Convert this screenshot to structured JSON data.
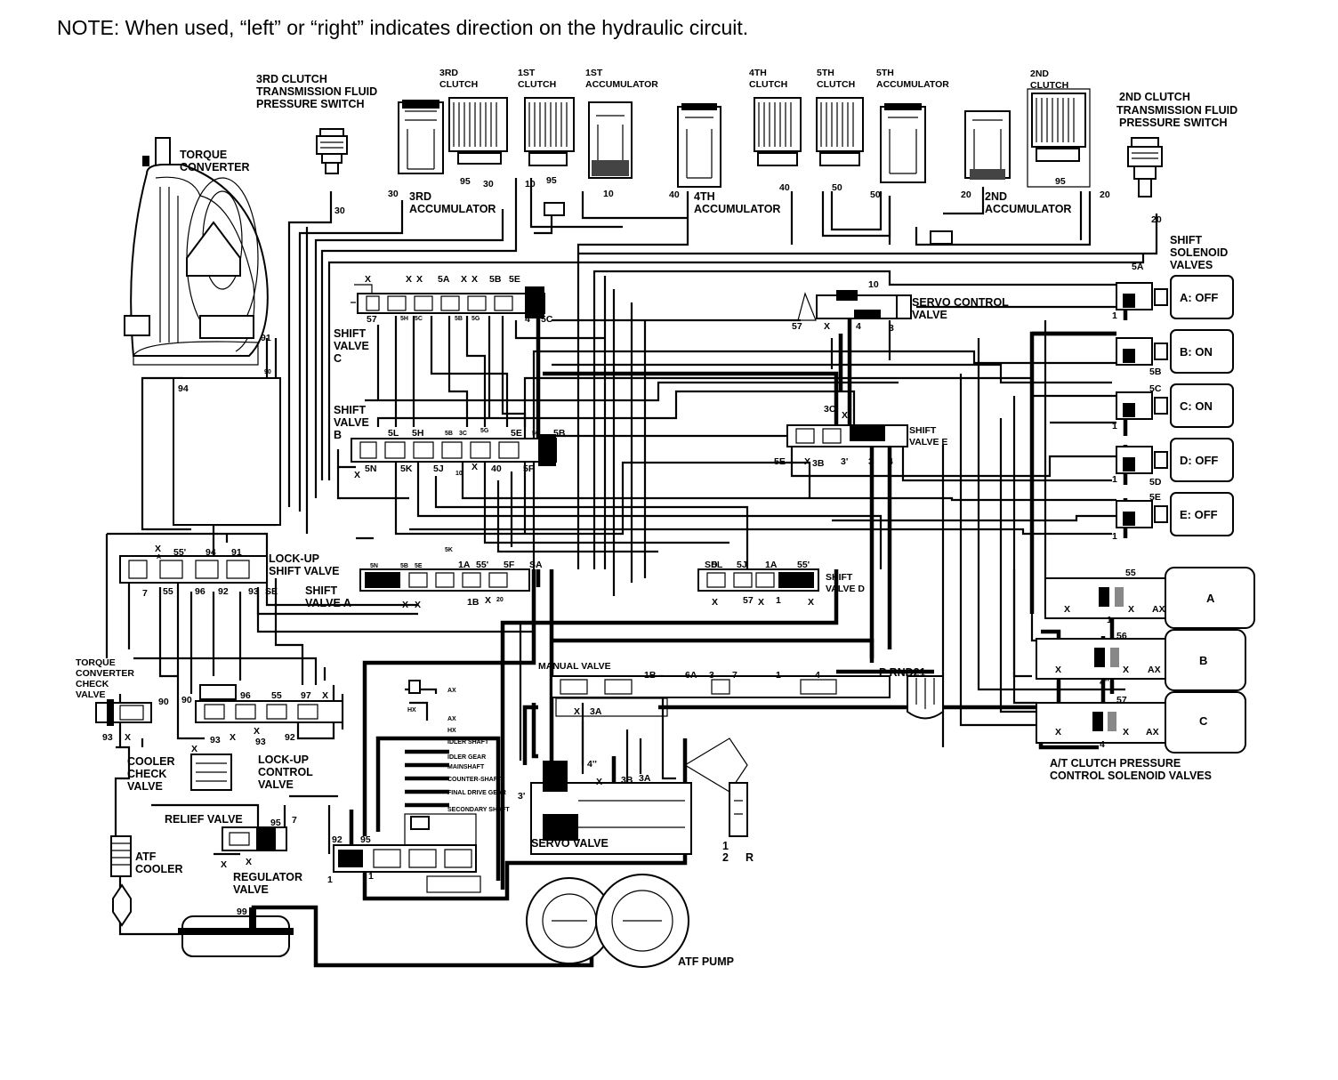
{
  "note": "NOTE: When used, “left” or “right” indicates direction on the hydraulic circuit.",
  "components": {
    "torque_converter": [
      "TORQUE",
      "CONVERTER"
    ],
    "third_clutch_switch": [
      "3RD CLUTCH",
      "TRANSMISSION FLUID",
      "PRESSURE SWITCH"
    ],
    "third_clutch": [
      "3RD",
      "CLUTCH"
    ],
    "first_clutch": [
      "1ST",
      "CLUTCH"
    ],
    "first_accumulator": [
      "1ST",
      "ACCUMULATOR"
    ],
    "fourth_clutch": [
      "4TH",
      "CLUTCH"
    ],
    "fifth_clutch": [
      "5TH",
      "CLUTCH"
    ],
    "fifth_accumulator": [
      "5TH",
      "ACCUMULATOR"
    ],
    "second_clutch": [
      "2ND",
      "CLUTCH"
    ],
    "second_clutch_switch": [
      "2ND CLUTCH",
      "TRANSMISSION FLUID",
      "PRESSURE SWITCH"
    ],
    "third_accumulator": [
      "3RD",
      "ACCUMULATOR"
    ],
    "fourth_accumulator": [
      "4TH",
      "ACCUMULATOR"
    ],
    "second_accumulator": [
      "2ND",
      "ACCUMULATOR"
    ],
    "shift_solenoid_valves": [
      "SHIFT",
      "SOLENOID",
      "VALVES"
    ],
    "servo_control_valve": [
      "SERVO CONTROL",
      "VALVE"
    ],
    "shift_valve_c": [
      "SHIFT",
      "VALVE",
      "C"
    ],
    "shift_valve_b": [
      "SHIFT",
      "VALVE",
      "B"
    ],
    "shift_valve_e": [
      "SHIFT",
      "VALVE E"
    ],
    "lock_up_shift_valve": [
      "LOCK-UP",
      "SHIFT VALVE"
    ],
    "shift_valve_a": [
      "SHIFT",
      "VALVE A"
    ],
    "shift_valve_d": [
      "SHIFT",
      "VALVE D"
    ],
    "manual_valve": "MANUAL VALVE",
    "manual_valve_positions": "P RND21",
    "tc_check_valve": [
      "TORQUE",
      "CONVERTER",
      "CHECK",
      "VALVE"
    ],
    "cooler_check_valve": [
      "COOLER",
      "CHECK",
      "VALVE"
    ],
    "lock_up_control_valve": [
      "LOCK-UP",
      "CONTROL",
      "VALVE"
    ],
    "relief_valve": "RELIEF VALVE",
    "regulator_valve": [
      "REGULATOR",
      "VALVE"
    ],
    "atf_cooler": [
      "ATF",
      "COOLER"
    ],
    "servo_valve": "SERVO VALVE",
    "atf_pump": "ATF PUMP",
    "pressure_control_solenoids": [
      "A/T CLUTCH PRESSURE",
      "CONTROL SOLENOID VALVES"
    ],
    "servo_positions": [
      "1",
      "2",
      "R"
    ]
  },
  "solenoids": [
    {
      "label": "A: OFF",
      "port": "5A"
    },
    {
      "label": "B: ON",
      "port": "5B"
    },
    {
      "label": "C: ON",
      "port": "5C"
    },
    {
      "label": "D: OFF",
      "port": "5D"
    },
    {
      "label": "E: OFF",
      "port": "5E"
    }
  ],
  "pressure_solenoids": [
    {
      "label": "A",
      "port": "55"
    },
    {
      "label": "B",
      "port": "56"
    },
    {
      "label": "C",
      "port": "57"
    }
  ],
  "shaft_labels": [
    "AX",
    "HX",
    "AX",
    "HX",
    "IDLER SHAFT",
    "IDLER GEAR",
    "MAINSHAFT",
    "COUNTER-SHAFT",
    "FINAL DRIVE GEAR",
    "SECONDARY SHAFT"
  ],
  "port_labels": {
    "top": [
      "30",
      "30",
      "95",
      "30",
      "10",
      "95",
      "10",
      "40",
      "40",
      "50",
      "50",
      "20",
      "95",
      "20",
      "20"
    ],
    "svc": [
      "X",
      "X",
      "X",
      "5A",
      "X",
      "X",
      "5B",
      "5E",
      "57",
      "5H",
      "5C",
      "5B",
      "5G",
      "4",
      "5C"
    ],
    "svb": [
      "5L",
      "5H",
      "5B",
      "3C",
      "5G",
      "5E",
      "5C",
      "5B",
      "5N",
      "5K",
      "5J",
      "10",
      "X",
      "40",
      "5F",
      "X"
    ],
    "servo_ctl": [
      "10",
      "57",
      "X",
      "4",
      "3"
    ],
    "sve": [
      "3C",
      "X",
      "5E",
      "X",
      "3B",
      "3'",
      "3",
      "4"
    ],
    "tc": [
      "91",
      "90",
      "94"
    ],
    "lu": [
      "X",
      "A",
      "55'",
      "94",
      "91",
      "7",
      "55",
      "96",
      "92",
      "93",
      "SE"
    ],
    "sva": [
      "5N",
      "5B",
      "5E",
      "1A",
      "55'",
      "5F",
      "SA",
      "X",
      "X",
      "1B",
      "X",
      "20",
      "5K"
    ],
    "svd": [
      "SD",
      "5L",
      "5J",
      "1A",
      "55'",
      "X",
      "57",
      "X",
      "1",
      "X"
    ],
    "mv": [
      "1B",
      "6A",
      "3",
      "7",
      "1",
      "4",
      "X",
      "3A"
    ],
    "lower": [
      "90",
      "90",
      "96",
      "55",
      "97",
      "X",
      "93",
      "X",
      "X",
      "93",
      "X",
      "X",
      "92",
      "93",
      "X",
      "X",
      "95",
      "7",
      "92",
      "95",
      "1",
      "1",
      "4'",
      "4''",
      "X",
      "3B",
      "3A",
      "3'",
      "99"
    ],
    "pcs": [
      "X",
      "1",
      "X",
      "AX",
      "X",
      "4''",
      "X",
      "AX",
      "X",
      "4",
      "X",
      "AX"
    ],
    "sol_ports": [
      "1",
      "1",
      "1",
      "1"
    ]
  }
}
